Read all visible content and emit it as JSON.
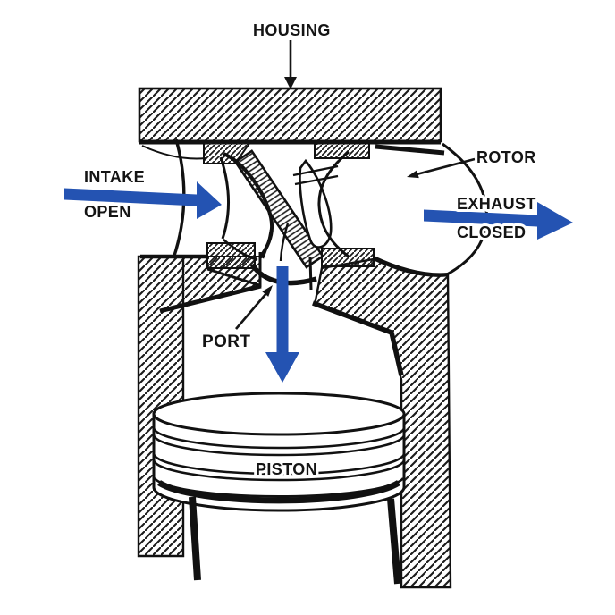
{
  "diagram": {
    "title": "rotary-valve-engine-cutaway",
    "labels": {
      "housing": "HOUSING",
      "rotor": "ROTOR",
      "intake_line1": "INTAKE",
      "intake_line2": "OPEN",
      "exhaust_line1": "EXHAUST",
      "exhaust_line2": "CLOSED",
      "port": "PORT",
      "piston": "PISTON"
    },
    "colors": {
      "flow_arrow_blue": "#2453b2",
      "line_black": "#141414",
      "background": "#ffffff"
    },
    "arrows": [
      {
        "name": "intake-flow-arrow",
        "direction": "right",
        "color": "#2453b2"
      },
      {
        "name": "exhaust-flow-arrow",
        "direction": "right",
        "color": "#2453b2"
      },
      {
        "name": "port-flow-arrow",
        "direction": "down",
        "color": "#2453b2"
      },
      {
        "name": "housing-pointer-arrow",
        "direction": "down",
        "color": "#141414"
      },
      {
        "name": "rotor-pointer-arrow",
        "direction": "down-left",
        "color": "#141414"
      },
      {
        "name": "port-pointer-arrow",
        "direction": "up-right",
        "color": "#141414"
      }
    ]
  }
}
